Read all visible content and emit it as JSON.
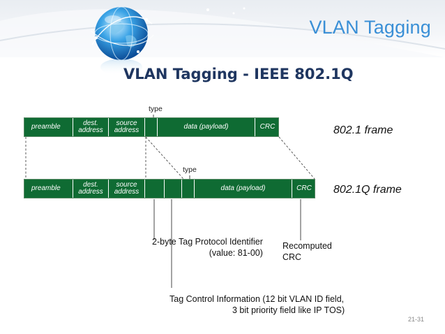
{
  "slide": {
    "title": "VLAN Tagging",
    "subtitle": "VLAN Tagging - IEEE 802.1Q",
    "page_number": "21-31"
  },
  "frame_8021": {
    "label": "802.1 frame",
    "type_label": "type",
    "fields": {
      "preamble": "preamble",
      "dest_line1": "dest.",
      "dest_line2": "address",
      "source_line1": "source",
      "source_line2": "address",
      "data": "data (payload)",
      "crc": "CRC"
    }
  },
  "frame_8021q": {
    "label": "802.1Q frame",
    "type_label": "type",
    "fields": {
      "preamble": "preamble",
      "dest_line1": "dest.",
      "dest_line2": "address",
      "source_line1": "source",
      "source_line2": "address",
      "data": "data (payload)",
      "crc": "CRC"
    }
  },
  "annotations": {
    "tpid_line1": "2-byte Tag Protocol Identifier",
    "tpid_line2": "(value: 81-00)",
    "crc_line1": "Recomputed",
    "crc_line2": "CRC",
    "tci_line1": "Tag Control Information (12 bit VLAN ID field,",
    "tci_line2": "3 bit priority field like IP TOS)"
  },
  "colors": {
    "frame_green": "#0f6b33",
    "title_blue": "#3a8fd6",
    "subtitle_navy": "#1f3660"
  },
  "icons": [
    "globe-icon"
  ]
}
